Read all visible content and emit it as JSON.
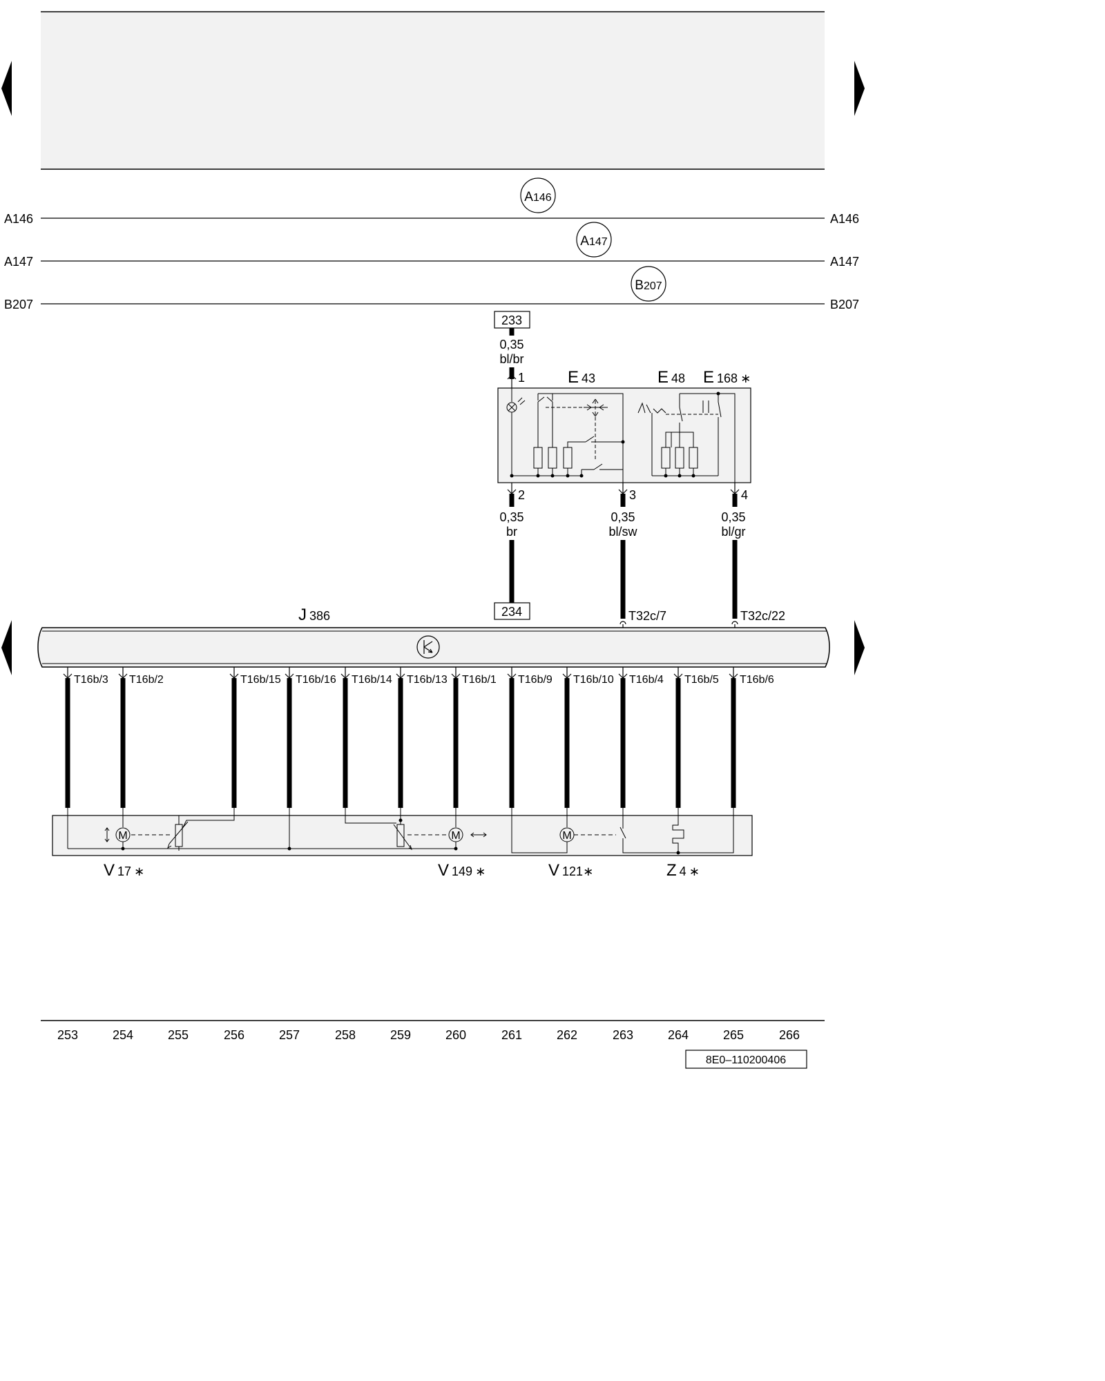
{
  "sheet": {
    "doc_code": "8E0–110200406",
    "columns": [
      "253",
      "254",
      "255",
      "256",
      "257",
      "258",
      "259",
      "260",
      "261",
      "262",
      "263",
      "264",
      "265",
      "266"
    ]
  },
  "buslines": [
    {
      "name": "A146",
      "label_left": "A146",
      "label_right": "A146",
      "tag_letter": "A",
      "tag_num": "146"
    },
    {
      "name": "A147",
      "label_left": "A147",
      "label_right": "A147",
      "tag_letter": "A",
      "tag_num": "147"
    },
    {
      "name": "B207",
      "label_left": "B207",
      "label_right": "B207",
      "tag_letter": "B",
      "tag_num": "207"
    }
  ],
  "refs": {
    "top": "233",
    "bottom": "234"
  },
  "switch_block": {
    "pins": [
      "1",
      "2",
      "3",
      "4"
    ],
    "labels": [
      {
        "letter": "E",
        "num": "43",
        "star": ""
      },
      {
        "letter": "E",
        "num": "48",
        "star": ""
      },
      {
        "letter": "E",
        "num": "168",
        "star": "∗"
      }
    ]
  },
  "wires": {
    "w1": {
      "size": "0,35",
      "color": "bl/br"
    },
    "w2": {
      "size": "0,35",
      "color": "br"
    },
    "w3": {
      "size": "0,35",
      "color": "bl/sw"
    },
    "w4": {
      "size": "0,35",
      "color": "bl/gr"
    }
  },
  "control_unit": {
    "letter": "J",
    "num": "386",
    "connectors_top": [
      "T32c/7",
      "T32c/22"
    ],
    "connectors_bottom": [
      "T16b/3",
      "T16b/2",
      "T16b/15",
      "T16b/16",
      "T16b/14",
      "T16b/13",
      "T16b/1",
      "T16b/9",
      "T16b/10",
      "T16b/4",
      "T16b/5",
      "T16b/6"
    ]
  },
  "components": [
    {
      "letter": "V",
      "num": "17",
      "star": "∗"
    },
    {
      "letter": "V",
      "num": "149",
      "star": "∗"
    },
    {
      "letter": "V",
      "num": "121",
      "star": "∗"
    },
    {
      "letter": "Z",
      "num": "4",
      "star": "∗"
    }
  ],
  "motor_symbol": "M"
}
